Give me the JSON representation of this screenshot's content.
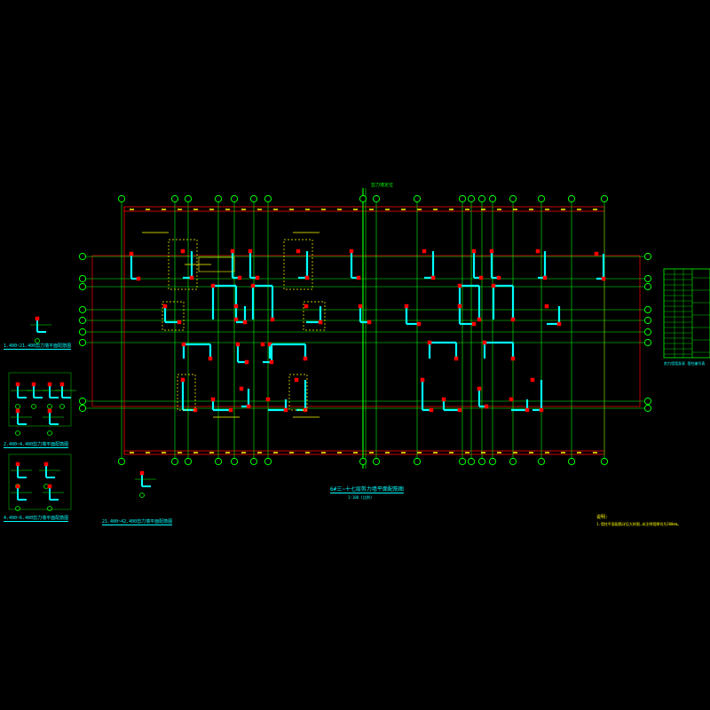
{
  "colors": {
    "background": "#000000",
    "axis_line": "#00ff00",
    "frame_line": "#ff0000",
    "wall": "#00ffff",
    "rebar": "#ff0000",
    "annotation": "#ffff00",
    "dim_tick": "#ffff00",
    "bubble": "#00ff00"
  },
  "drawing": {
    "main_title": "6#三~十七层剪力墙平面配筋图",
    "main_scale": "1:100  (比例)",
    "north_label": "剪力墙定位",
    "note_title": "说明:",
    "note_text": "1.墙柱平面配筋详见大样图,未注明墙厚均为200mm。",
    "detail_1_title": "1.400~21.400剪力墙平面配筋图",
    "detail_2_title": "2.400~4.400剪力墙平面配筋图",
    "detail_3_title": "4.400~6.400剪力墙平面配筋图",
    "detail_4_title": "21.400~42.400剪力墙平面配筋图",
    "legend_caption": "剪力墙墙身表  墙柱编号表"
  }
}
